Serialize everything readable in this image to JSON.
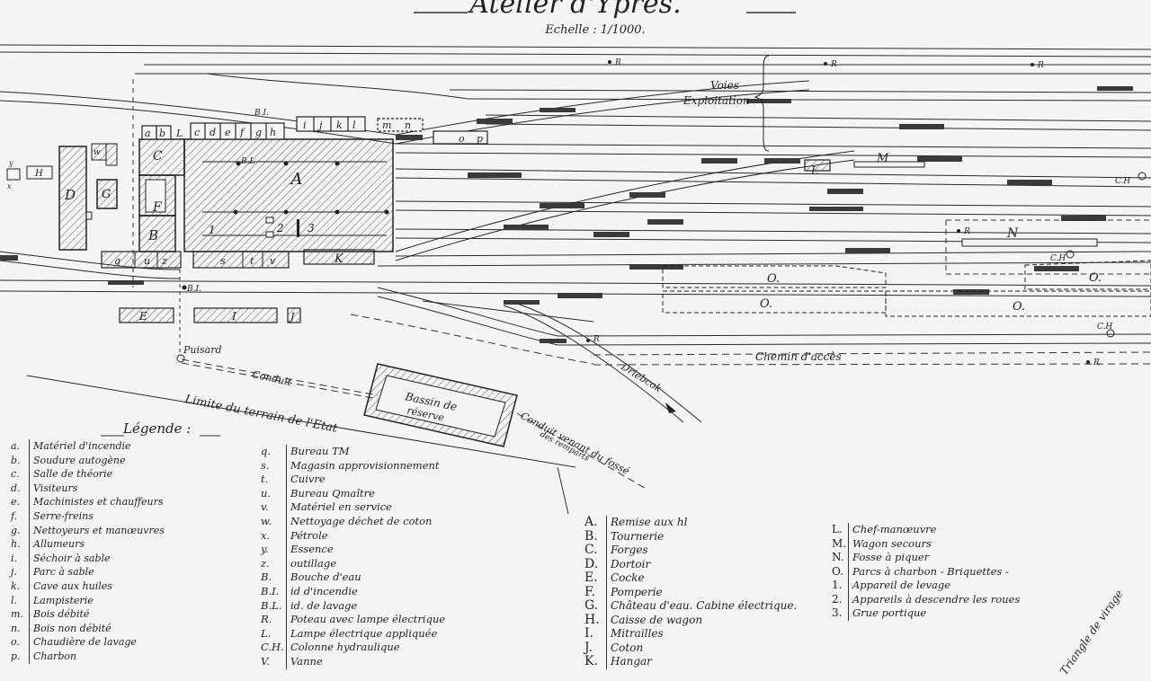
{
  "title": "Atelier d'Ypres.",
  "scale": "Echelle : 1/1000.",
  "labels": {
    "voies": "Voies",
    "exploitation": "Exploitation",
    "puisard": "Puisard",
    "conduit": "Conduit",
    "limite": "Limite du terrain de l'Etat",
    "bassin_1": "Bassin de",
    "bassin_2": "réserve",
    "conduit_venant_1": "Conduit venant du fossé",
    "conduit_venant_2": "des remparts",
    "driebcok": "Driebcok",
    "chemin": "Chemin d'accès",
    "triangle": "Triangle de virage",
    "ch": "C.H"
  },
  "buildings": {
    "A": "A",
    "B": "B",
    "C": "C",
    "D": "D",
    "E": "E",
    "F": "F",
    "G": "G",
    "H": "H",
    "I": "I",
    "J": "J",
    "K": "K",
    "L": "L",
    "M": "M",
    "N": "N",
    "O": "O.",
    "q": "q",
    "u": "u",
    "z": "z",
    "p": "p",
    "s": "s",
    "t": "t",
    "v": "v",
    "w": "w",
    "x": "x",
    "y": "y",
    "n1": "1",
    "n2": "2",
    "n3": "3",
    "bi": "B.I.",
    "bl": "B.L",
    "r": "R",
    "small": "L"
  },
  "top_letters": [
    "a",
    "b",
    "L",
    "c",
    "d",
    "e",
    "f",
    "g",
    "h",
    "i",
    "j",
    "k",
    "l",
    "m",
    "n",
    "o",
    "p"
  ],
  "legend": {
    "heading": "Légende :",
    "col1": [
      {
        "key": "a.",
        "text": "Matériel d'incendie"
      },
      {
        "key": "b.",
        "text": "Soudure autogène"
      },
      {
        "key": "c.",
        "text": "Salle de théorie"
      },
      {
        "key": "d.",
        "text": "Visiteurs"
      },
      {
        "key": "e.",
        "text": "Machinistes et chauffeurs"
      },
      {
        "key": "f.",
        "text": "Serre-freins"
      },
      {
        "key": "g.",
        "text": "Nettoyeurs et manœuvres"
      },
      {
        "key": "h.",
        "text": "Allumeurs"
      },
      {
        "key": "i.",
        "text": "Séchoir à sable"
      },
      {
        "key": "j.",
        "text": "Parc à sable"
      },
      {
        "key": "k.",
        "text": "Cave aux huiles"
      },
      {
        "key": "l.",
        "text": "Lampisterie"
      },
      {
        "key": "m.",
        "text": "Bois débité"
      },
      {
        "key": "n.",
        "text": "Bois non débité"
      },
      {
        "key": "o.",
        "text": "Chaudière de lavage"
      },
      {
        "key": "p.",
        "text": "Charbon"
      }
    ],
    "col2": [
      {
        "key": "q.",
        "text": "Bureau TM"
      },
      {
        "key": "s.",
        "text": "Magasin approvisionnement"
      },
      {
        "key": "t.",
        "text": "Cuivre"
      },
      {
        "key": "u.",
        "text": "Bureau Qmaître"
      },
      {
        "key": "v.",
        "text": "Matériel en service"
      },
      {
        "key": "w.",
        "text": "Nettoyage déchet de coton"
      },
      {
        "key": "x.",
        "text": "Pétrole"
      },
      {
        "key": "y.",
        "text": "Essence"
      },
      {
        "key": "z.",
        "text": "outillage"
      },
      {
        "key": "B.",
        "text": "Bouche d'eau"
      },
      {
        "key": "B.I.",
        "text": "id  d'incendie"
      },
      {
        "key": "B.L.",
        "text": "id.  de lavage"
      },
      {
        "key": "R.",
        "text": "Poteau avec lampe électrique"
      },
      {
        "key": "L.",
        "text": "Lampe électrique appliquée"
      },
      {
        "key": "C.H.",
        "text": "Colonne hydraulique"
      },
      {
        "key": "V.",
        "text": "Vanne"
      }
    ],
    "col3": [
      {
        "key": "A.",
        "text": "Remise aux hl"
      },
      {
        "key": "B.",
        "text": "Tournerie"
      },
      {
        "key": "C.",
        "text": "Forges"
      },
      {
        "key": "D.",
        "text": "Dortoir"
      },
      {
        "key": "E.",
        "text": "Cocke"
      },
      {
        "key": "F.",
        "text": "Pomperie"
      },
      {
        "key": "G.",
        "text": "Château d'eau. Cabine électrique."
      },
      {
        "key": "H.",
        "text": "Caisse de wagon"
      },
      {
        "key": "I.",
        "text": "Mitrailles"
      },
      {
        "key": "J.",
        "text": "Coton"
      },
      {
        "key": "K.",
        "text": "Hangar"
      }
    ],
    "col4": [
      {
        "key": "L.",
        "text": "Chef-manœuvre"
      },
      {
        "key": "M.",
        "text": "Wagon secours"
      },
      {
        "key": "N.",
        "text": "Fosse à piquer"
      },
      {
        "key": "O.",
        "text": "Parcs à charbon - Briquettes -"
      },
      {
        "key": "1.",
        "text": "Appareil de levage"
      },
      {
        "key": "2.",
        "text": "Appareils à descendre les roues"
      },
      {
        "key": "3.",
        "text": "Grue portique"
      }
    ]
  },
  "colors": {
    "paper": "#f4f4f2",
    "ink": "#1e1e1e",
    "hatch": "#555555",
    "sleeper": "#3a3a3a"
  }
}
